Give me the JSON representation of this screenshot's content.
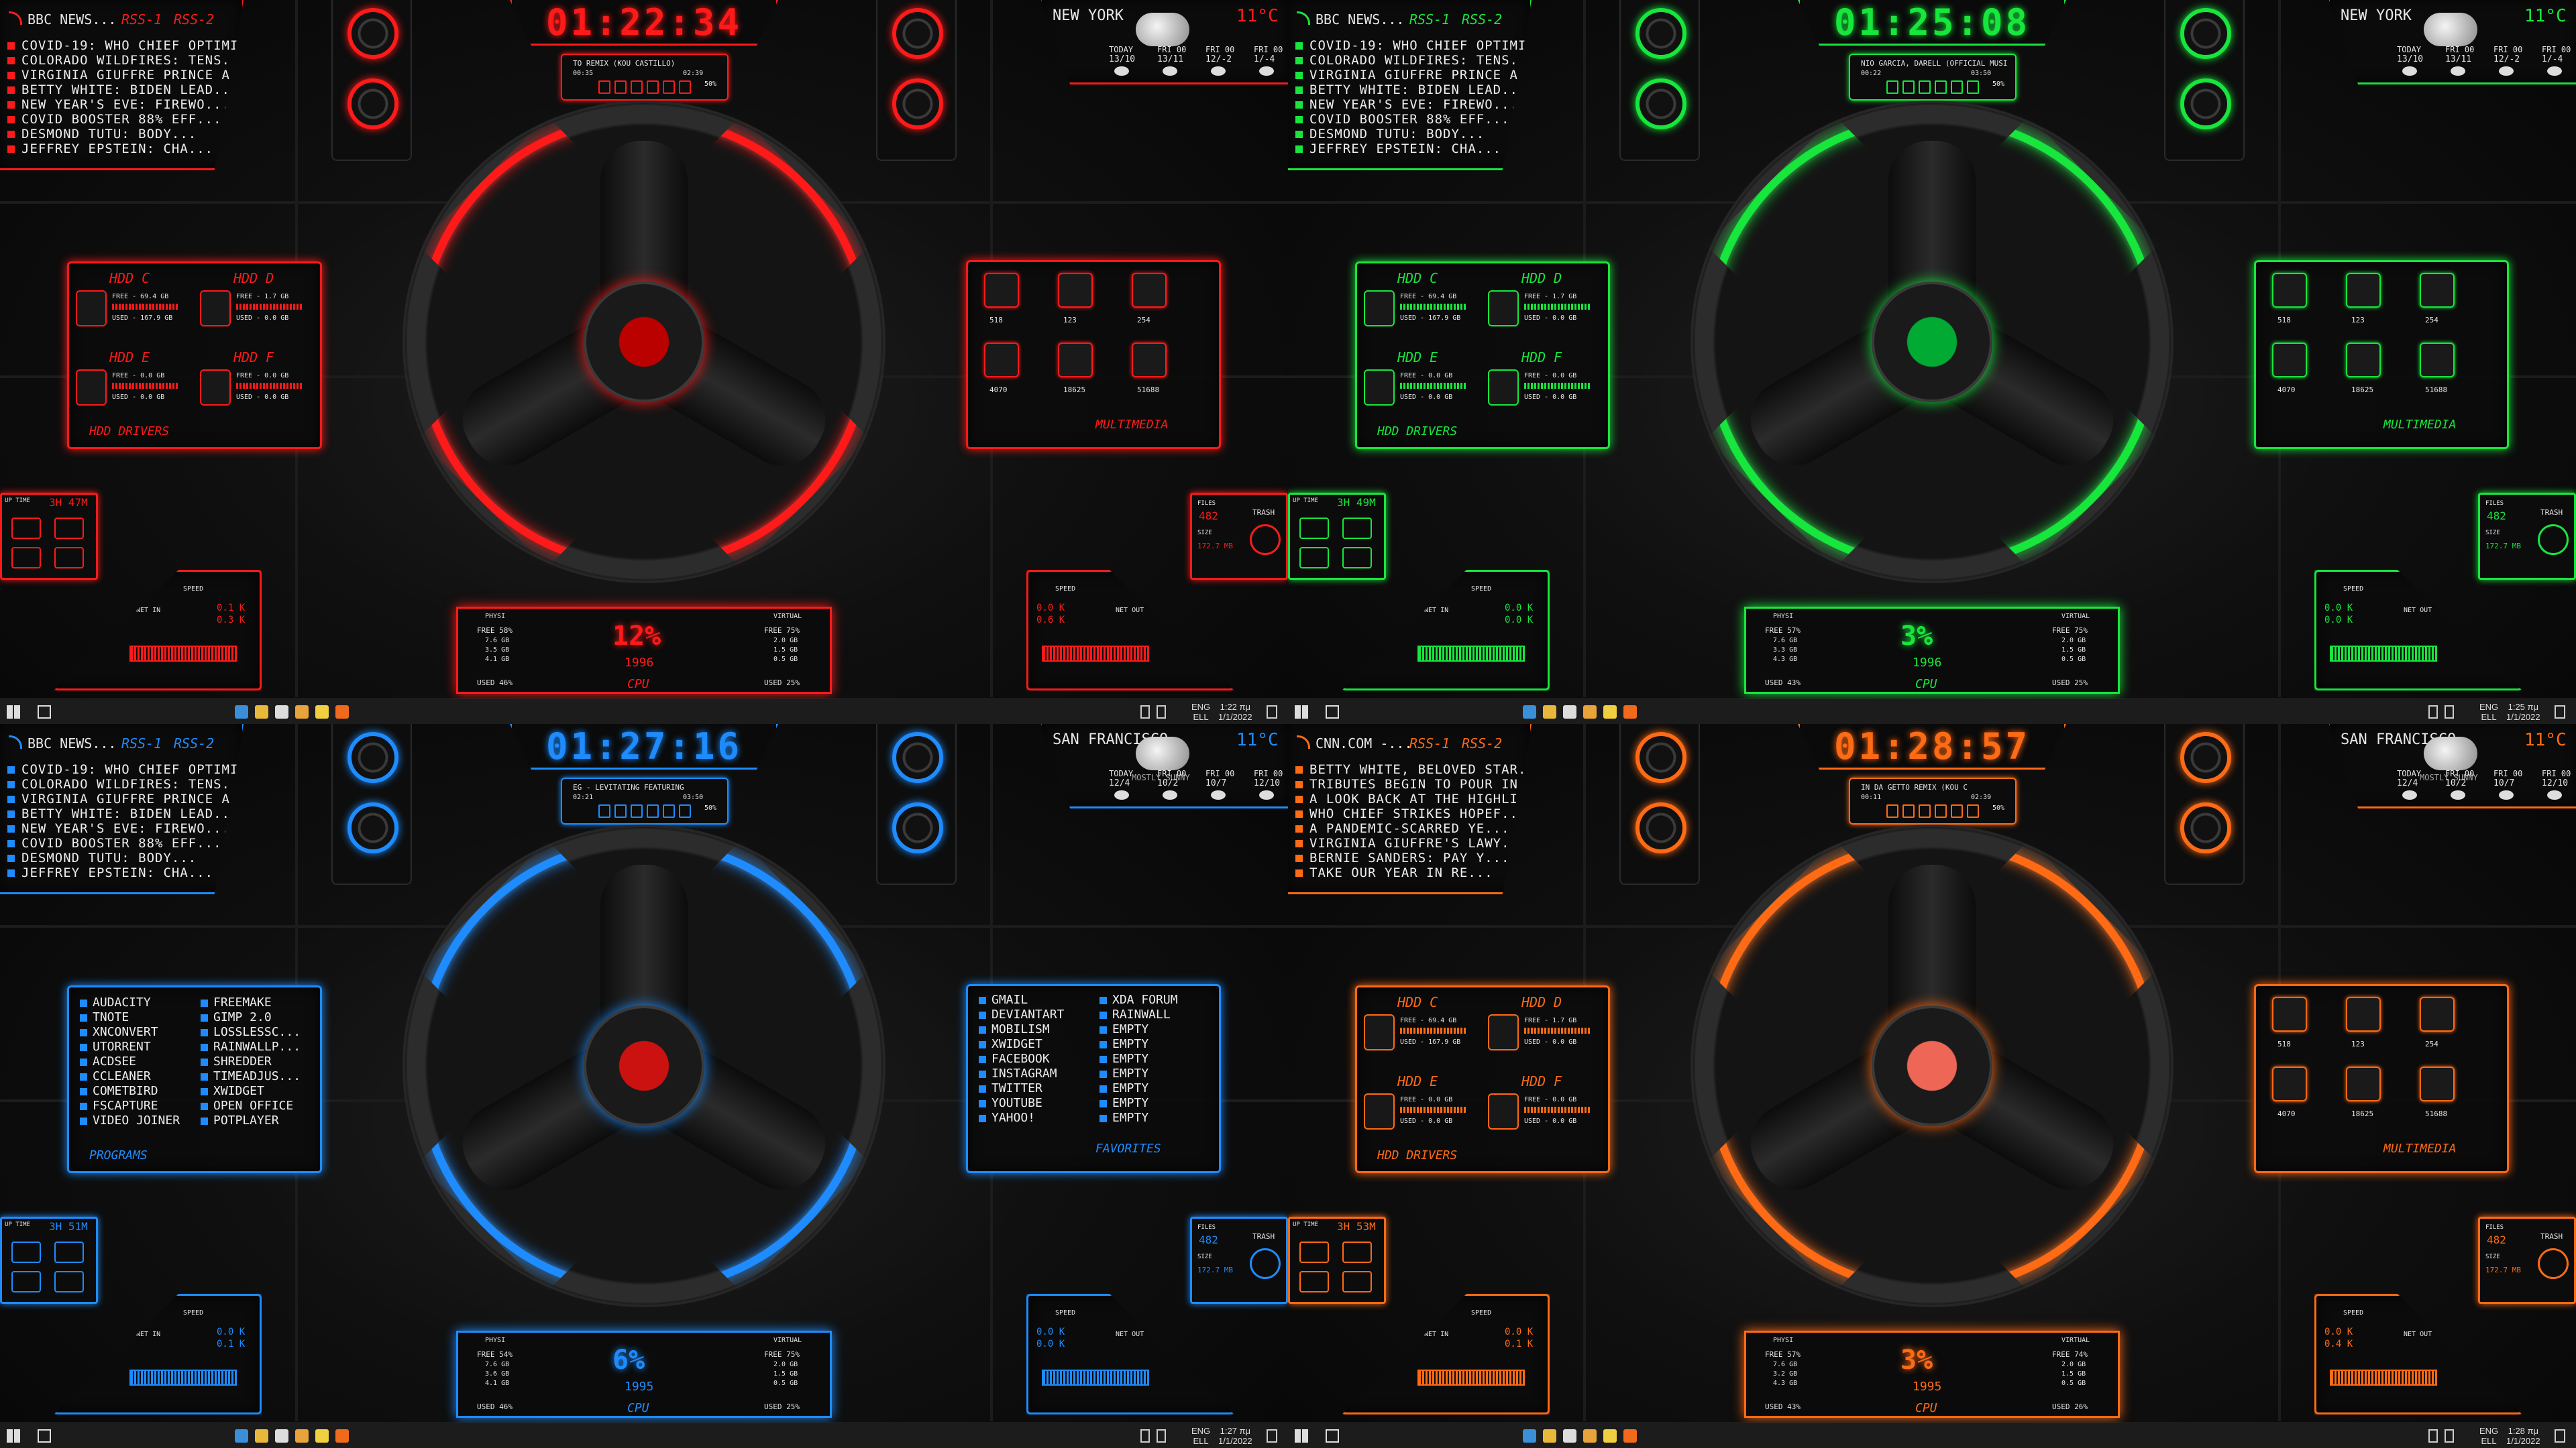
{
  "quadrants": [
    {
      "accent": "#ff1a1a",
      "clock": "01:22:34",
      "player": {
        "title": "TO REMIX (KOU CASTILLO)",
        "time_left": "00:35",
        "time_right": "02:39",
        "volume": "50%"
      },
      "news": {
        "source": "BBC NEWS...",
        "rss1": "RSS-1",
        "rss2": "RSS-2",
        "items": [
          "COVID-19: WHO CHIEF OPTIMIST...",
          "COLORADO WILDFIRES: TENS...",
          "VIRGINIA GIUFFRE PRINCE A...",
          "BETTY WHITE: BIDEN LEAD...",
          "NEW YEAR'S EVE: FIREWO...",
          "COVID BOOSTER 88% EFF...",
          "DESMOND TUTU: BODY...",
          "JEFFREY EPSTEIN: CHA..."
        ]
      },
      "weather": {
        "city": "NEW YORK",
        "temp": "11°C",
        "condition": "",
        "days": [
          "TODAY",
          "FRI 00",
          "FRI 00",
          "FRI 00"
        ],
        "temps": [
          "13/10",
          "13/11",
          "12/-2",
          "1/-4"
        ]
      },
      "left_panel": {
        "type": "hdd",
        "title": "HDD DRIVERS",
        "drives": [
          {
            "name": "HDD C",
            "free": "FREE - 69.4 GB",
            "used": "USED - 167.9 GB"
          },
          {
            "name": "HDD D",
            "free": "FREE - 1.7 GB",
            "used": "USED - 0.0 GB"
          },
          {
            "name": "HDD E",
            "free": "FREE - 0.0 GB",
            "used": "USED - 0.0 GB"
          },
          {
            "name": "HDD F",
            "free": "FREE - 0.0 GB",
            "used": "USED - 0.0 GB"
          }
        ]
      },
      "right_panel": {
        "type": "multimedia",
        "title": "MULTIMEDIA",
        "counts": [
          "518",
          "123",
          "254",
          "4070",
          "18625",
          "51688"
        ]
      },
      "uptime": {
        "label": "UP TIME",
        "value": "3H 47M"
      },
      "trash": {
        "files_label": "FILES",
        "files": "482",
        "size_label": "SIZE",
        "size": "172.7 MB",
        "trash_label": "TRASH"
      },
      "net": {
        "in_label": "NET IN",
        "out_label": "NET OUT",
        "speed_label": "SPEED",
        "in_vals": [
          "0.1 K",
          "0.3 K"
        ],
        "out_vals": [
          "0.0 K",
          "0.6 K"
        ]
      },
      "cpu": {
        "label": "CPU",
        "pct": "12%",
        "speed": "1996",
        "free_left": "FREE 58%",
        "free_right": "FREE 75%",
        "mem_left": [
          "7.6 GB",
          "3.5 GB",
          "4.1 GB"
        ],
        "mem_right": [
          "2.0 GB",
          "1.5 GB",
          "0.5 GB"
        ],
        "used_left": "USED 46%",
        "used_right": "USED 25%",
        "ram_label": "PHYSI",
        "swap_label": "VIRTUAL"
      },
      "taskbar": {
        "lang1": "ENG",
        "lang2": "ELL",
        "time": "1:22 πμ",
        "date": "1/1/2022"
      },
      "hub": "rog"
    },
    {
      "accent": "#17e63c",
      "clock": "01:25:08",
      "player": {
        "title": "NIO GARCIA, DARELL (OFFICIAL MUSI",
        "time_left": "00:22",
        "time_right": "03:50",
        "volume": "50%"
      },
      "news": {
        "source": "BBC NEWS...",
        "rss1": "RSS-1",
        "rss2": "RSS-2",
        "items": [
          "COVID-19: WHO CHIEF OPTIMIST...",
          "COLORADO WILDFIRES: TENS...",
          "VIRGINIA GIUFFRE PRINCE A...",
          "BETTY WHITE: BIDEN LEAD...",
          "NEW YEAR'S EVE: FIREWO...",
          "COVID BOOSTER 88% EFF...",
          "DESMOND TUTU: BODY...",
          "JEFFREY EPSTEIN: CHA..."
        ]
      },
      "weather": {
        "city": "NEW YORK",
        "temp": "11°C",
        "condition": "",
        "days": [
          "TODAY",
          "FRI 00",
          "FRI 00",
          "FRI 00"
        ],
        "temps": [
          "13/10",
          "13/11",
          "12/-2",
          "1/-4"
        ]
      },
      "left_panel": {
        "type": "hdd",
        "title": "HDD DRIVERS",
        "drives": [
          {
            "name": "HDD C",
            "free": "FREE - 69.4 GB",
            "used": "USED - 167.9 GB"
          },
          {
            "name": "HDD D",
            "free": "FREE - 1.7 GB",
            "used": "USED - 0.0 GB"
          },
          {
            "name": "HDD E",
            "free": "FREE - 0.0 GB",
            "used": "USED - 0.0 GB"
          },
          {
            "name": "HDD F",
            "free": "FREE - 0.0 GB",
            "used": "USED - 0.0 GB"
          }
        ]
      },
      "right_panel": {
        "type": "multimedia",
        "title": "MULTIMEDIA",
        "counts": [
          "518",
          "123",
          "254",
          "4070",
          "18625",
          "51688"
        ]
      },
      "uptime": {
        "label": "UP TIME",
        "value": "3H 49M"
      },
      "trash": {
        "files_label": "FILES",
        "files": "482",
        "size_label": "SIZE",
        "size": "172.7 MB",
        "trash_label": "TRASH"
      },
      "net": {
        "in_label": "NET IN",
        "out_label": "NET OUT",
        "speed_label": "SPEED",
        "in_vals": [
          "0.0 K",
          "0.0 K"
        ],
        "out_vals": [
          "0.0 K",
          "0.0 K"
        ]
      },
      "cpu": {
        "label": "CPU",
        "pct": "3%",
        "speed": "1996",
        "free_left": "FREE 57%",
        "free_right": "FREE 75%",
        "mem_left": [
          "7.6 GB",
          "3.3 GB",
          "4.3 GB"
        ],
        "mem_right": [
          "2.0 GB",
          "1.5 GB",
          "0.5 GB"
        ],
        "used_left": "USED 43%",
        "used_right": "USED 25%",
        "ram_label": "PHYSI",
        "swap_label": "VIRTUAL"
      },
      "taskbar": {
        "lang1": "ENG",
        "lang2": "ELL",
        "time": "1:25 πμ",
        "date": "1/1/2022"
      },
      "hub": "razer-fan"
    },
    {
      "accent": "#1e8cff",
      "clock": "01:27:16",
      "player": {
        "title": "EG - LEVITATING FEATURING",
        "time_left": "02:21",
        "time_right": "03:50",
        "volume": "50%"
      },
      "news": {
        "source": "BBC NEWS...",
        "rss1": "RSS-1",
        "rss2": "RSS-2",
        "items": [
          "COVID-19: WHO CHIEF OPTIMIST...",
          "COLORADO WILDFIRES: TENS...",
          "VIRGINIA GIUFFRE PRINCE A...",
          "BETTY WHITE: BIDEN LEAD...",
          "NEW YEAR'S EVE: FIREWO...",
          "COVID BOOSTER 88% EFF...",
          "DESMOND TUTU: BODY...",
          "JEFFREY EPSTEIN: CHA..."
        ]
      },
      "weather": {
        "city": "SAN FRANCISCO",
        "temp": "11°C",
        "condition": "MOSTLY SUNNY",
        "days": [
          "TODAY",
          "FRI 00",
          "FRI 00",
          "FRI 00"
        ],
        "temps": [
          "12/4",
          "10/2",
          "10/7",
          "12/10"
        ]
      },
      "left_panel": {
        "type": "programs",
        "title": "PROGRAMS",
        "col1": [
          "AUDACITY",
          "TNOTE",
          "XNCONVERT",
          "UTORRENT",
          "ACDSEE",
          "CCLEANER",
          "COMETBIRD",
          "FSCAPTURE",
          "VIDEO JOINER"
        ],
        "col2": [
          "FREEMAKE",
          "GIMP 2.0",
          "LOSSLESSC...",
          "RAINWALLP...",
          "SHREDDER",
          "TIMEADJUS...",
          "XWIDGET",
          "OPEN OFFICE",
          "POTPLAYER"
        ]
      },
      "right_panel": {
        "type": "favorites",
        "title": "FAVORITES",
        "col1": [
          "GMAIL",
          "DEVIANTART",
          "MOBILISM",
          "XWIDGET",
          "FACEBOOK",
          "INSTAGRAM",
          "TWITTER",
          "YOUTUBE",
          "YAHOO!"
        ],
        "col2": [
          "XDA FORUM",
          "RAINWALL",
          "EMPTY",
          "EMPTY",
          "EMPTY",
          "EMPTY",
          "EMPTY",
          "EMPTY",
          "EMPTY"
        ]
      },
      "uptime": {
        "label": "UP TIME",
        "value": "3H 51M"
      },
      "trash": {
        "files_label": "FILES",
        "files": "482",
        "size_label": "SIZE",
        "size": "172.7 MB",
        "trash_label": "TRASH"
      },
      "net": {
        "in_label": "NET IN",
        "out_label": "NET OUT",
        "speed_label": "SPEED",
        "in_vals": [
          "0.0 K",
          "0.1 K"
        ],
        "out_vals": [
          "0.0 K",
          "0.0 K"
        ]
      },
      "cpu": {
        "label": "CPU",
        "pct": "6%",
        "speed": "1995",
        "free_left": "FREE 54%",
        "free_right": "FREE 75%",
        "mem_left": [
          "7.6 GB",
          "3.6 GB",
          "4.1 GB"
        ],
        "mem_right": [
          "2.0 GB",
          "1.5 GB",
          "0.5 GB"
        ],
        "used_left": "USED 46%",
        "used_right": "USED 25%",
        "ram_label": "PHYSI",
        "swap_label": "VIRTUAL"
      },
      "taskbar": {
        "lang1": "ENG",
        "lang2": "ELL",
        "time": "1:27 πμ",
        "date": "1/1/2022"
      },
      "hub": "badge"
    },
    {
      "accent": "#ff6a14",
      "clock": "01:28:57",
      "player": {
        "title": "IN DA GETTO REMIX (KOU C",
        "time_left": "00:11",
        "time_right": "02:39",
        "volume": "50%"
      },
      "news": {
        "source": "CNN.COM -...",
        "rss1": "RSS-1",
        "rss2": "RSS-2",
        "items": [
          "BETTY WHITE, BELOVED STAR...",
          "TRIBUTES BEGIN TO POUR IN...",
          "A LOOK BACK AT THE HIGHLI...",
          "WHO CHIEF STRIKES HOPEF...",
          "A PANDEMIC-SCARRED YE...",
          "VIRGINIA GIUFFRE'S LAWY...",
          "BERNIE SANDERS: PAY Y...",
          "TAKE OUR YEAR IN RE..."
        ]
      },
      "weather": {
        "city": "SAN FRANCISCO",
        "temp": "11°C",
        "condition": "MOSTLY SUNNY",
        "days": [
          "TODAY",
          "FRI 00",
          "FRI 00",
          "FRI 00"
        ],
        "temps": [
          "12/4",
          "10/2",
          "10/7",
          "12/10"
        ]
      },
      "left_panel": {
        "type": "hdd",
        "title": "HDD DRIVERS",
        "drives": [
          {
            "name": "HDD C",
            "free": "FREE - 69.4 GB",
            "used": "USED - 167.9 GB"
          },
          {
            "name": "HDD D",
            "free": "FREE - 1.7 GB",
            "used": "USED - 0.0 GB"
          },
          {
            "name": "HDD E",
            "free": "FREE - 0.0 GB",
            "used": "USED - 0.0 GB"
          },
          {
            "name": "HDD F",
            "free": "FREE - 0.0 GB",
            "used": "USED - 0.0 GB"
          }
        ]
      },
      "right_panel": {
        "type": "multimedia",
        "title": "MULTIMEDIA",
        "counts": [
          "518",
          "123",
          "254",
          "4070",
          "18625",
          "51688"
        ]
      },
      "uptime": {
        "label": "UP TIME",
        "value": "3H 53M"
      },
      "trash": {
        "files_label": "FILES",
        "files": "482",
        "size_label": "SIZE",
        "size": "172.7 MB",
        "trash_label": "TRASH"
      },
      "net": {
        "in_label": "NET IN",
        "out_label": "NET OUT",
        "speed_label": "SPEED",
        "in_vals": [
          "0.0 K",
          "0.1 K"
        ],
        "out_vals": [
          "0.0 K",
          "0.4 K"
        ]
      },
      "cpu": {
        "label": "CPU",
        "pct": "3%",
        "speed": "1995",
        "free_left": "FREE 57%",
        "free_right": "FREE 74%",
        "mem_left": [
          "7.6 GB",
          "3.2 GB",
          "4.3 GB"
        ],
        "mem_right": [
          "2.0 GB",
          "1.5 GB",
          "0.5 GB"
        ],
        "used_left": "USED 43%",
        "used_right": "USED 26%",
        "ram_label": "PHYSI",
        "swap_label": "VIRTUAL"
      },
      "taskbar": {
        "lang1": "ENG",
        "lang2": "ELL",
        "time": "1:28 πμ",
        "date": "1/1/2022"
      },
      "hub": "razer"
    }
  ]
}
